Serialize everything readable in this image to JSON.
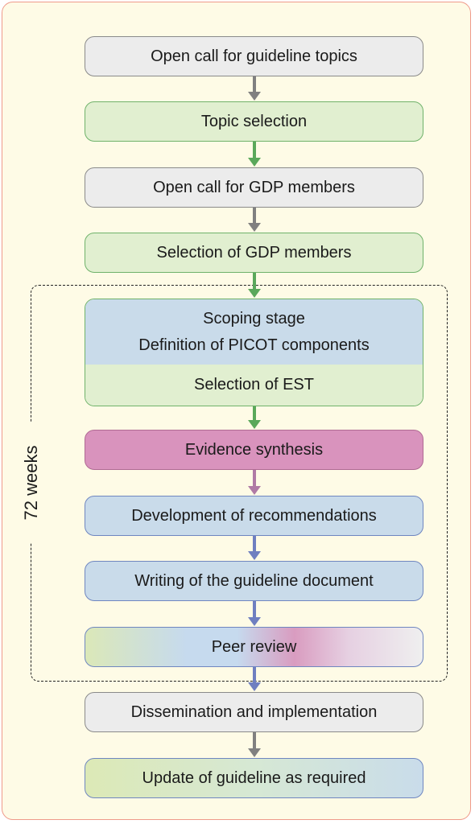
{
  "boxes": {
    "open_call_topics": "Open call for guideline topics",
    "topic_selection": "Topic selection",
    "open_call_gdp": "Open call for GDP members",
    "selection_gdp": "Selection of GDP members",
    "scoping_stage": "Scoping stage",
    "definition_picot": "Definition of PICOT components",
    "selection_est": "Selection of EST",
    "evidence_synthesis": "Evidence synthesis",
    "development_recommendations": "Development of recommendations",
    "writing_document": "Writing of the guideline document",
    "peer_review": "Peer review",
    "dissemination": "Dissemination and implementation",
    "update_guideline": "Update of guideline as required"
  },
  "span_label": "72 weeks",
  "colors": {
    "frame_bg": "#fefbe6",
    "frame_border": "#ef9a8a",
    "gray": "#ececec",
    "green": "#e1efd0",
    "pink": "#d993bd",
    "blue": "#c9dbea",
    "arrow_gray": "#808080",
    "arrow_green": "#5aa85a",
    "arrow_pink": "#b07aa5",
    "arrow_blue": "#6f7fc0"
  }
}
